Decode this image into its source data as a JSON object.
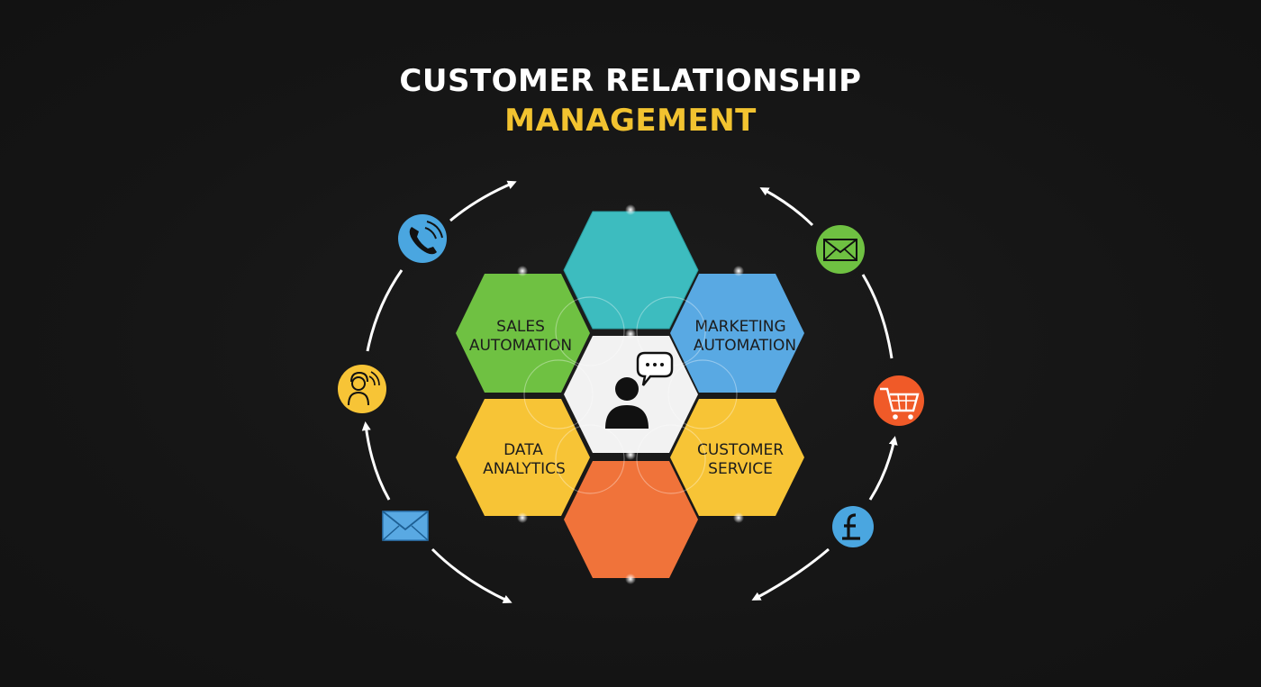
{
  "title": {
    "line1": "CUSTOMER RELATIONSHIP",
    "line2": "MANAGEMENT"
  },
  "colors": {
    "background": "#151515",
    "title_accent": "#f2c330",
    "teal": "#3dbcbf",
    "green": "#6fc142",
    "blue": "#59a9e3",
    "yellow": "#f7c436",
    "orange": "#f0733a",
    "center": "#f2f2f2",
    "arrows": "#ffffff"
  },
  "hexagons": [
    {
      "id": "top",
      "color": "teal",
      "lines": []
    },
    {
      "id": "sales",
      "color": "green",
      "lines": [
        "SALES",
        "AUTOMATION"
      ]
    },
    {
      "id": "marketing",
      "color": "blue",
      "lines": [
        "MARKETING",
        "AUTOMATION"
      ]
    },
    {
      "id": "data",
      "color": "yellow",
      "lines": [
        "DATA",
        "ANALYTICS"
      ]
    },
    {
      "id": "service",
      "color": "yellow",
      "lines": [
        "CUSTOMER",
        "SERVICE"
      ]
    },
    {
      "id": "bottom",
      "color": "orange",
      "lines": []
    },
    {
      "id": "center",
      "color": "center",
      "lines": [],
      "icon": "person-speech-bubble-icon"
    }
  ],
  "orbit_icons": [
    {
      "name": "phone-icon",
      "bg": "#4aa6e0"
    },
    {
      "name": "call-center-agent-icon",
      "bg": "#f7c436"
    },
    {
      "name": "envelope-icon-left",
      "bg": "#59a9e3"
    },
    {
      "name": "envelope-icon-right",
      "bg": "#6fc142"
    },
    {
      "name": "shopping-cart-icon",
      "bg": "#f05a28"
    },
    {
      "name": "facebook-icon",
      "bg": "#4aa6e0"
    }
  ]
}
